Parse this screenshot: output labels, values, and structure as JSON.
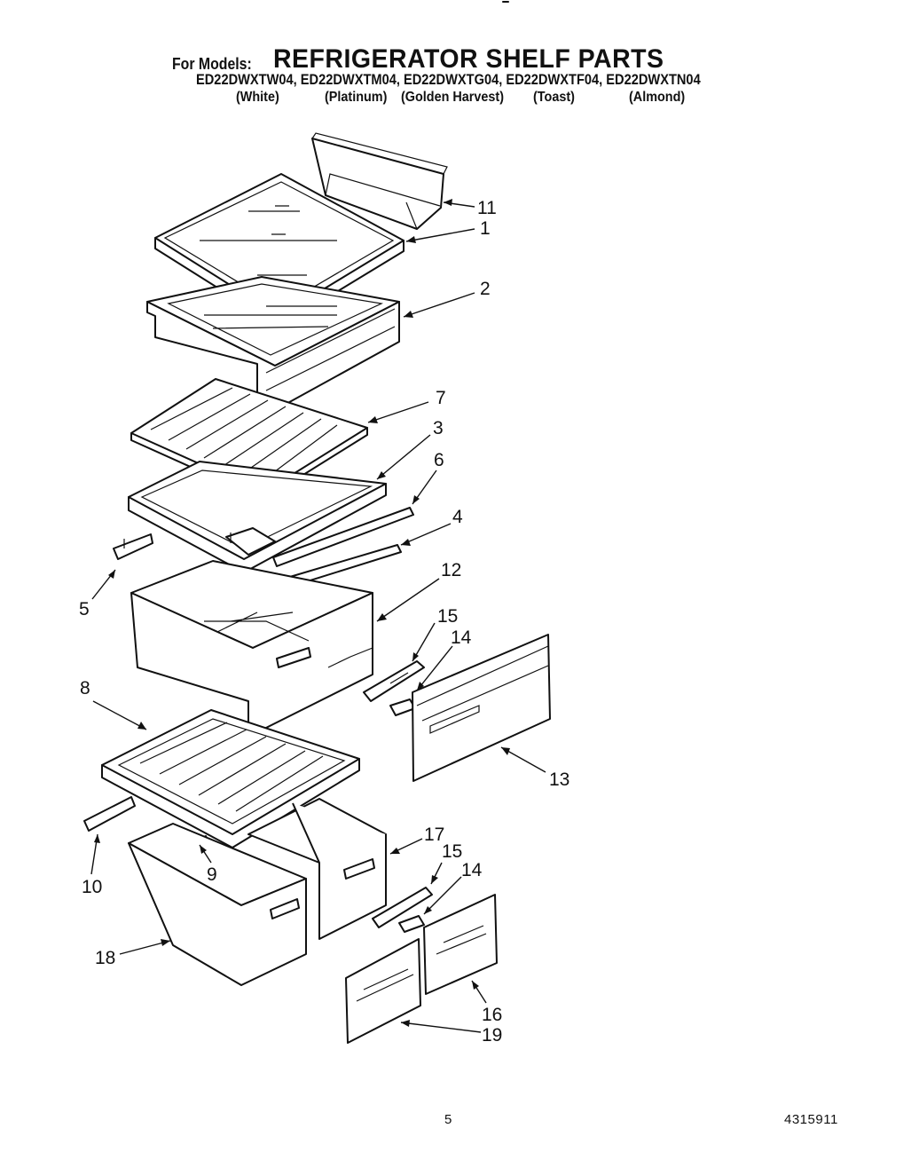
{
  "header": {
    "for_models_label": "For Models:",
    "title": "REFRIGERATOR SHELF PARTS",
    "models": "ED22DWXTW04, ED22DWXTM04, ED22DWXTG04, ED22DWXTF04, ED22DWXTN04",
    "colors": [
      "(White)",
      "(Platinum)",
      "(Golden Harvest)",
      "(Toast)",
      "(Almond)"
    ]
  },
  "callouts": {
    "c1": "1",
    "c2": "2",
    "c3": "3",
    "c4": "4",
    "c5": "5",
    "c6": "6",
    "c7": "7",
    "c8": "8",
    "c9": "9",
    "c10": "10",
    "c11": "11",
    "c12": "12",
    "c13": "13",
    "c14a": "14",
    "c14b": "14",
    "c15a": "15",
    "c15b": "15",
    "c16": "16",
    "c17": "17",
    "c18": "18",
    "c19": "19"
  },
  "footer": {
    "page_number": "5",
    "document_number": "4315911"
  }
}
